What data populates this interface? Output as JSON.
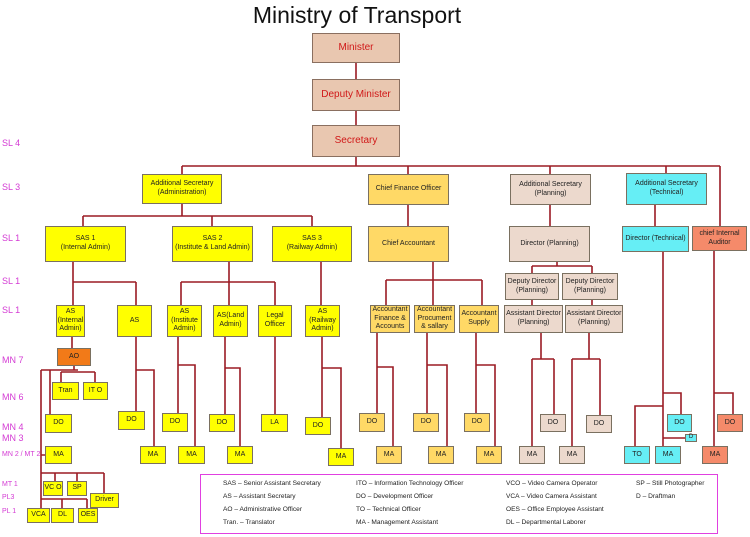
{
  "title": "Ministry of Transport",
  "levels": [
    "SL 4",
    "SL 3",
    "SL 1",
    "SL 1",
    "SL 1",
    "MN 7",
    "MN 6",
    "MN 4",
    "MN 3",
    "MN 2 / MT 2",
    "MT 1",
    "PL3",
    "PL 1"
  ],
  "nodes": {
    "minister": "Minister",
    "deputy_minister": "Deputy Minister",
    "secretary": "Secretary",
    "as_admin": "Additional Secretary\n(Administration)",
    "cfo": "Chief Finance Officer",
    "as_planning": "Additional Secretary\n(Planning)",
    "as_technical": "Additional Secretary\n(Technical)",
    "sas1": "SAS 1\n(Internal Admin)",
    "sas2": "SAS 2\n(Institute & Land Admin)",
    "sas3": "SAS 3\n(Railway Admin)",
    "chief_accountant": "Chief Accountant",
    "director_planning": "Director (Planning)",
    "director_technical": "Director (Technical)",
    "chief_auditor": "chief Internal\nAuditor",
    "dd_planning_1": "Deputy Director\n(Planning)",
    "dd_planning_2": "Deputy Director\n(Planning)",
    "as_internal": "AS\n(Internal\nAdmin)",
    "as_plain": "AS",
    "as_institute": "AS\n(Institute\nAdmin)",
    "as_land": "AS(Land\nAdmin)",
    "legal_officer": "Legal\nOfficer",
    "as_railway": "AS\n(Railway\nAdmin)",
    "acc_finance": "Accountant\nFinance &\nAccounts",
    "acc_procurement": "Accountant\nProcument\n& sallary",
    "acc_supply": "Accountant\nSupply",
    "ad_planning_1": "Assistant Director\n(Planning)",
    "ad_planning_2": "Assistant Director\n(Planning)",
    "ao": "AO",
    "tran": "Tran",
    "ito": "IT O",
    "do": "DO",
    "ma": "MA",
    "la": "LA",
    "to": "TO",
    "d": "D",
    "vco": "VC O",
    "sp": "SP",
    "driver": "Driver",
    "vca": "VCA",
    "dl": "DL",
    "oes": "OES"
  },
  "legend": [
    [
      "SAS – Senior Assistant Secretary",
      "AS – Assistant Secretary",
      "AO – Administrative Officer",
      "Tran. – Translator"
    ],
    [
      "ITO – Information Technology Officer",
      "DO – Development Officer",
      "TO – Technical Officer",
      "MA -  Management Assistant"
    ],
    [
      "VCO – Video Camera Operator",
      "VCA – Video Camera Assistant",
      "OES – Office Employee Assistant",
      "DL – Departmental Laborer"
    ],
    [
      "SP – Still Photographer",
      "D – Draftman"
    ]
  ],
  "colors": {
    "line": "#9b1b24",
    "admin": "#ffff00",
    "finance": "#ffd966",
    "planning": "#ecd9cd",
    "technical": "#66eef5",
    "audit": "#f58a6a",
    "ao": "#f27a18",
    "level": "#d43bd4"
  }
}
